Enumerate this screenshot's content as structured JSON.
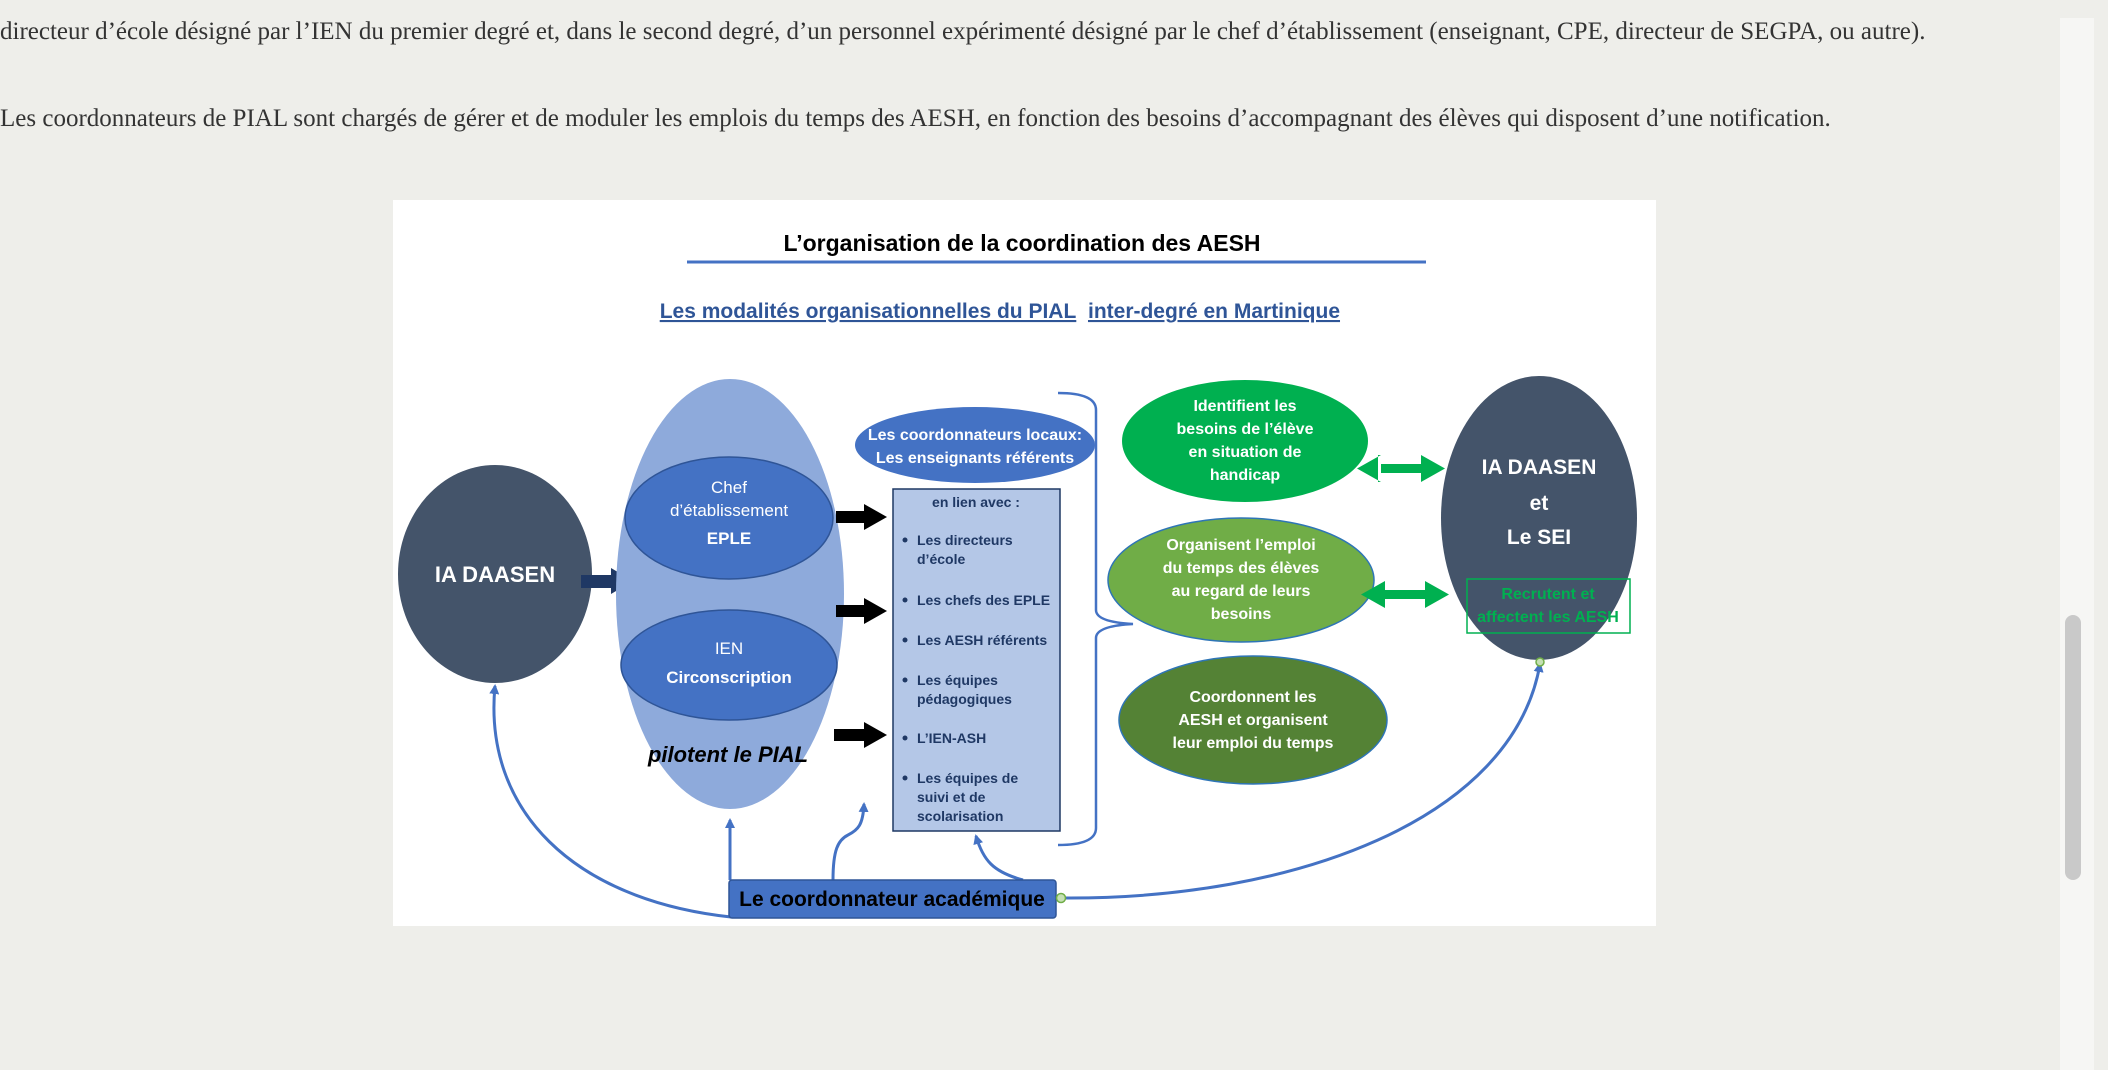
{
  "page": {
    "paragraph_1": "directeur d’école désigné par l’IEN du premier degré et, dans le second degré, d’un personnel expérimenté désigné par le chef d’établissement (enseignant, CPE, directeur de SEGPA, ou autre).",
    "paragraph_2": "Les coordonnateurs de PIAL sont chargés de gérer et de moduler les emplois du temps des AESH, en fonction des besoins d’accompagnant des élèves qui disposent d’une notification."
  },
  "diagram": {
    "title": "L’organisation de la coordination des AESH",
    "subtitle_part1": "Les modalités organisationnelles du PIAL ",
    "subtitle_part2": "inter-degré en Martinique",
    "ia_daasen_left": "IA DAASEN",
    "chef_line1": "Chef",
    "chef_line2": "d’établissement",
    "chef_line3": "EPLE",
    "ien_line1": "IEN",
    "ien_line2": "Circonscription",
    "pilotent": "pilotent le PIAL",
    "coord_locaux_line1": "Les coordonnateurs locaux:",
    "coord_locaux_line2": "Les enseignants référents",
    "en_lien": "en lien avec :",
    "lien_items": [
      [
        "Les directeurs",
        "d’école"
      ],
      [
        "Les chefs des EPLE"
      ],
      [
        "Les AESH référents"
      ],
      [
        "Les équipes",
        "pédagogiques"
      ],
      [
        "L’IEN-ASH"
      ],
      [
        "Les équipes de",
        "suivi et de",
        "scolarisation"
      ]
    ],
    "green1": [
      "Identifient les",
      "besoins de l’élève",
      "en situation de",
      "handicap"
    ],
    "green2": [
      "Organisent  l’emploi",
      "du temps des élèves",
      "au regard de leurs",
      "besoins"
    ],
    "green3": [
      "Coordonnent  les",
      "AESH et organisent",
      "leur emploi du temps"
    ],
    "ia_right_line1": "IA DAASEN",
    "ia_right_line2": "et",
    "ia_right_line3": "Le SEI",
    "recrutent_line1": "Recrutent et",
    "recrutent_line2": "affectent les AESH",
    "coord_academique": "Le coordonnateur académique"
  },
  "colors": {
    "dark_slate": "#44546a",
    "light_blue": "#8eaadb",
    "mid_blue": "#4472c4",
    "box_blue": "#b4c7e7",
    "green_bright": "#00b050",
    "green_mid": "#70ad47",
    "green_dark": "#548235",
    "navy_text": "#1f3864"
  }
}
